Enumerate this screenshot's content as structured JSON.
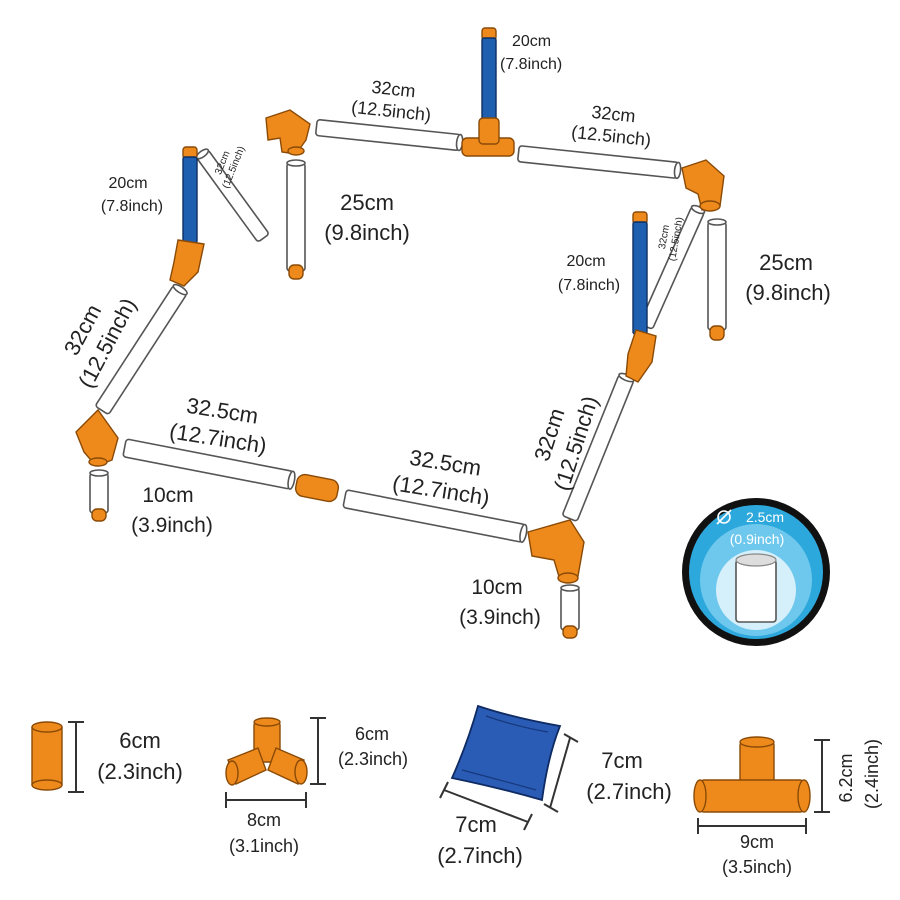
{
  "colors": {
    "pipe": "#ffffff",
    "connector": "#ee8a1c",
    "pole": "#1f5fb0",
    "bag": "#2a5bb5",
    "circle_bg": "#2da8dc"
  },
  "frame": {
    "top_left_pipe": {
      "cm": "32cm",
      "inch": "(12.5inch)"
    },
    "top_right_pipe": {
      "cm": "32cm",
      "inch": "(12.5inch)"
    },
    "pole_center": {
      "cm": "20cm",
      "inch": "(7.8inch)"
    },
    "pole_left": {
      "cm": "20cm",
      "inch": "(7.8inch)"
    },
    "pole_right": {
      "cm": "20cm",
      "inch": "(7.8inch)"
    },
    "small_diag_left": {
      "cm": "32cm",
      "inch": "(12.5inch)"
    },
    "small_diag_right": {
      "cm": "32cm",
      "inch": "(12.5inch)"
    },
    "leg_back_left": {
      "cm": "25cm",
      "inch": "(9.8inch)"
    },
    "leg_back_right": {
      "cm": "25cm",
      "inch": "(9.8inch)"
    },
    "left_side_pipe": {
      "cm": "32cm",
      "inch": "(12.5inch)"
    },
    "right_side_pipe": {
      "cm": "32cm",
      "inch": "(12.5inch)"
    },
    "bottom_left_pipe": {
      "cm": "32.5cm",
      "inch": "(12.7inch)"
    },
    "bottom_right_pipe": {
      "cm": "32.5cm",
      "inch": "(12.7inch)"
    },
    "leg_front_left": {
      "cm": "10cm",
      "inch": "(3.9inch)"
    },
    "leg_front_right": {
      "cm": "10cm",
      "inch": "(3.9inch)"
    }
  },
  "diameter": {
    "cm": "2.5cm",
    "inch": "(0.9inch)"
  },
  "parts": {
    "coupler": {
      "cm": "6cm",
      "inch": "(2.3inch)"
    },
    "three_way": {
      "height_cm": "6cm",
      "height_inch": "(2.3inch)",
      "width_cm": "8cm",
      "width_inch": "(3.1inch)"
    },
    "bean_bag": {
      "side_cm": "7cm",
      "side_inch": "(2.7inch)",
      "bottom_cm": "7cm",
      "bottom_inch": "(2.7inch)"
    },
    "tee": {
      "height_cm": "6.2cm",
      "height_inch": "(2.4inch)",
      "width_cm": "9cm",
      "width_inch": "(3.5inch)"
    }
  }
}
